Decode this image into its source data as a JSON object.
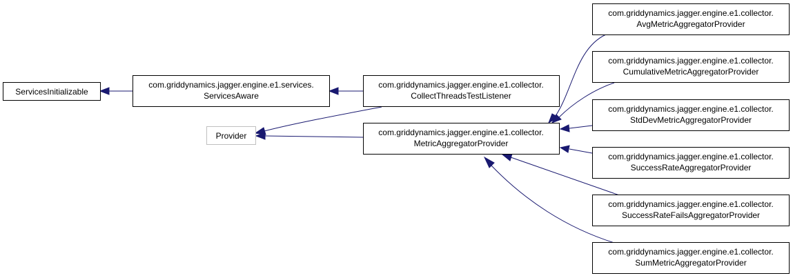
{
  "diagram": {
    "nodes": {
      "services_initializable": {
        "lines": [
          "ServicesInitializable"
        ]
      },
      "services_aware": {
        "lines": [
          "com.griddynamics.jagger.engine.e1.services.",
          "ServicesAware"
        ]
      },
      "collect_threads_test_listener": {
        "lines": [
          "com.griddynamics.jagger.engine.e1.collector.",
          "CollectThreadsTestListener"
        ]
      },
      "provider": {
        "lines": [
          "Provider"
        ]
      },
      "metric_aggregator_provider": {
        "lines": [
          "com.griddynamics.jagger.engine.e1.collector.",
          "MetricAggregatorProvider"
        ]
      },
      "avg_metric_aggregator_provider": {
        "lines": [
          "com.griddynamics.jagger.engine.e1.collector.",
          "AvgMetricAggregatorProvider"
        ]
      },
      "cumulative_metric_aggregator_provider": {
        "lines": [
          "com.griddynamics.jagger.engine.e1.collector.",
          "CumulativeMetricAggregatorProvider"
        ]
      },
      "stddev_metric_aggregator_provider": {
        "lines": [
          "com.griddynamics.jagger.engine.e1.collector.",
          "StdDevMetricAggregatorProvider"
        ]
      },
      "success_rate_aggregator_provider": {
        "lines": [
          "com.griddynamics.jagger.engine.e1.collector.",
          "SuccessRateAggregatorProvider"
        ]
      },
      "success_rate_fails_aggregator_provider": {
        "lines": [
          "com.griddynamics.jagger.engine.e1.collector.",
          "SuccessRateFailsAggregatorProvider"
        ]
      },
      "sum_metric_aggregator_provider": {
        "lines": [
          "com.griddynamics.jagger.engine.e1.collector.",
          "SumMetricAggregatorProvider"
        ]
      }
    },
    "edges": [
      {
        "from": "services_aware",
        "to": "services_initializable"
      },
      {
        "from": "collect_threads_test_listener",
        "to": "services_aware"
      },
      {
        "from": "collect_threads_test_listener",
        "to": "provider"
      },
      {
        "from": "metric_aggregator_provider",
        "to": "provider"
      },
      {
        "from": "avg_metric_aggregator_provider",
        "to": "metric_aggregator_provider"
      },
      {
        "from": "cumulative_metric_aggregator_provider",
        "to": "metric_aggregator_provider"
      },
      {
        "from": "stddev_metric_aggregator_provider",
        "to": "metric_aggregator_provider"
      },
      {
        "from": "success_rate_aggregator_provider",
        "to": "metric_aggregator_provider"
      },
      {
        "from": "success_rate_fails_aggregator_provider",
        "to": "metric_aggregator_provider"
      },
      {
        "from": "sum_metric_aggregator_provider",
        "to": "metric_aggregator_provider"
      }
    ],
    "colors": {
      "edge": "#191970",
      "node_border": "#000000",
      "external_node_border": "#bfbfbf",
      "background": "#ffffff"
    }
  }
}
